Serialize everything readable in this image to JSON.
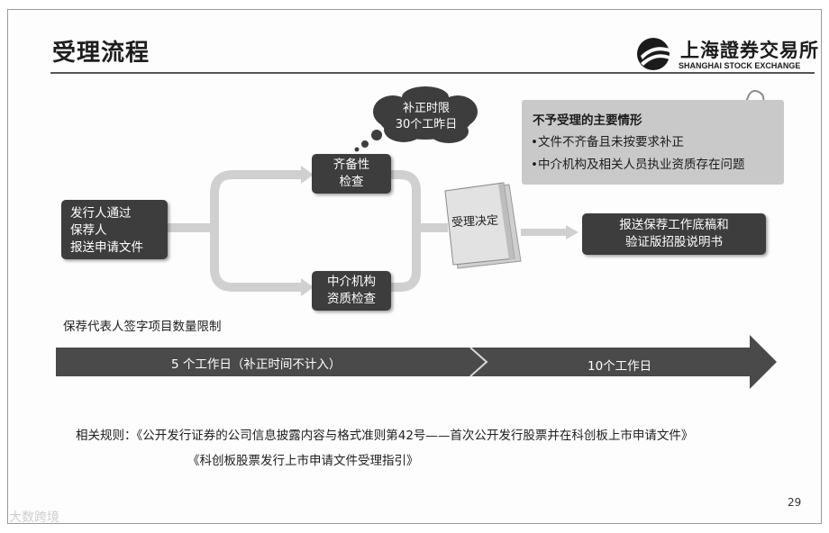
{
  "title": "受理流程",
  "logo": {
    "cn": "上海證券交易所",
    "en": "SHANGHAI STOCK EXCHANGE"
  },
  "flow": {
    "issuer_box": [
      "发行人通过",
      "保荐人",
      "报送申请文件"
    ],
    "completeness_box": [
      "齐备性",
      "检查"
    ],
    "intermediary_box": [
      "中介机构",
      "资质检查"
    ],
    "cloud": [
      "补正时限",
      "30个工昨日"
    ],
    "decision_label": "受理决定",
    "output_box": [
      "报送保荐工作底稿和",
      "验证版招股说明书"
    ]
  },
  "rejection_panel": {
    "title": "不予受理的主要情形",
    "items": [
      "•文件不齐备且未按要求补正",
      "•中介机构及相关人员执业资质存在问题"
    ]
  },
  "limit_text": "保荐代表人签字项目数量限制",
  "timeline": {
    "stage1": "5 个工作日（补正时间不计入）",
    "stage2": "10个工作日"
  },
  "rules": {
    "line1": "相关规则：《公开发行证券的公司信息披露内容与格式准则第42号——首次公开发行股票并在科创板上市申请文件》",
    "line2": "《科创板股票发行上市申请文件受理指引》"
  },
  "page_number": "29",
  "watermark": "大数跨境",
  "colors": {
    "box_fill": "#3d3d3d",
    "arrow_gray": "#d0d0d0",
    "timeline_dark": "#4a4a4a",
    "panel_fill": "#c9c9c9"
  }
}
